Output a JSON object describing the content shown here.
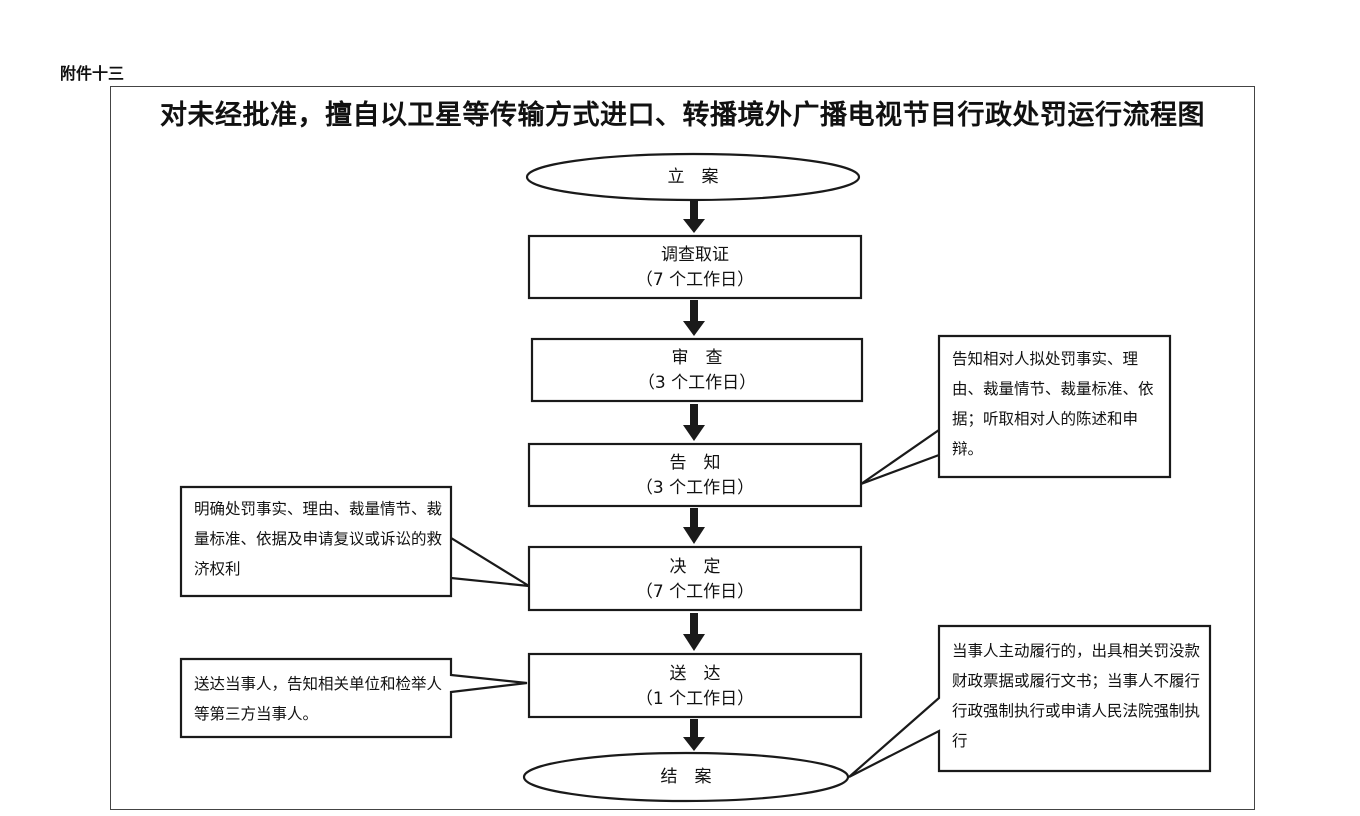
{
  "attachment_label": "附件十三",
  "title": "对未经批准，擅自以卫星等传输方式进口、转播境外广播电视节目行政处罚运行流程图",
  "steps": [
    {
      "label": "立　案",
      "duration": ""
    },
    {
      "label": "调查取证",
      "duration": "（7 个工作日）"
    },
    {
      "label": "审　查",
      "duration": "（3 个工作日）"
    },
    {
      "label": "告　知",
      "duration": "（3 个工作日）"
    },
    {
      "label": "决　定",
      "duration": "（7 个工作日）"
    },
    {
      "label": "送　达",
      "duration": "（1 个工作日）"
    },
    {
      "label": "结　案",
      "duration": ""
    }
  ],
  "callouts": {
    "notify": "告知相对人拟处罚事实、理由、裁量情节、裁量标准、依据；听取相对人的陈述和申辩。",
    "decide": "明确处罚事实、理由、裁量情节、裁量标准、依据及申请复议或诉讼的救济权利",
    "deliver": "送达当事人，告知相关单位和检举人等第三方当事人。",
    "close": "当事人主动履行的，出具相关罚没款财政票据或履行文书；当事人不履行行政强制执行或申请人民法院强制执行"
  },
  "colors": {
    "line": "#1a1a1a",
    "background": "#ffffff"
  }
}
